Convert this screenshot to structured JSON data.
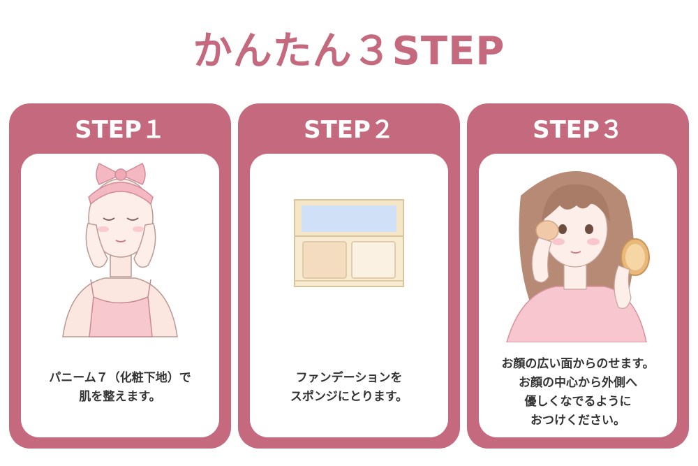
{
  "page": {
    "title": "かんたん３STEP"
  },
  "colors": {
    "accent": "#c56a7e",
    "card_inner": "#ffffff",
    "text": "#333333"
  },
  "steps": [
    {
      "label": "STEP１",
      "illustration": "woman-with-headband-touching-face",
      "lines": [
        "パニーム７（化粧下地）で",
        "肌を整えます。"
      ]
    },
    {
      "label": "STEP２",
      "illustration": "foundation-compact",
      "lines": [
        "ファンデーションを",
        "スポンジにとります。"
      ]
    },
    {
      "label": "STEP３",
      "illustration": "woman-applying-sponge-with-mirror",
      "lines": [
        "お顔の広い面からのせます。",
        "お顔の中心から外側へ",
        "優しくなでるように",
        "おつけください。"
      ]
    }
  ]
}
